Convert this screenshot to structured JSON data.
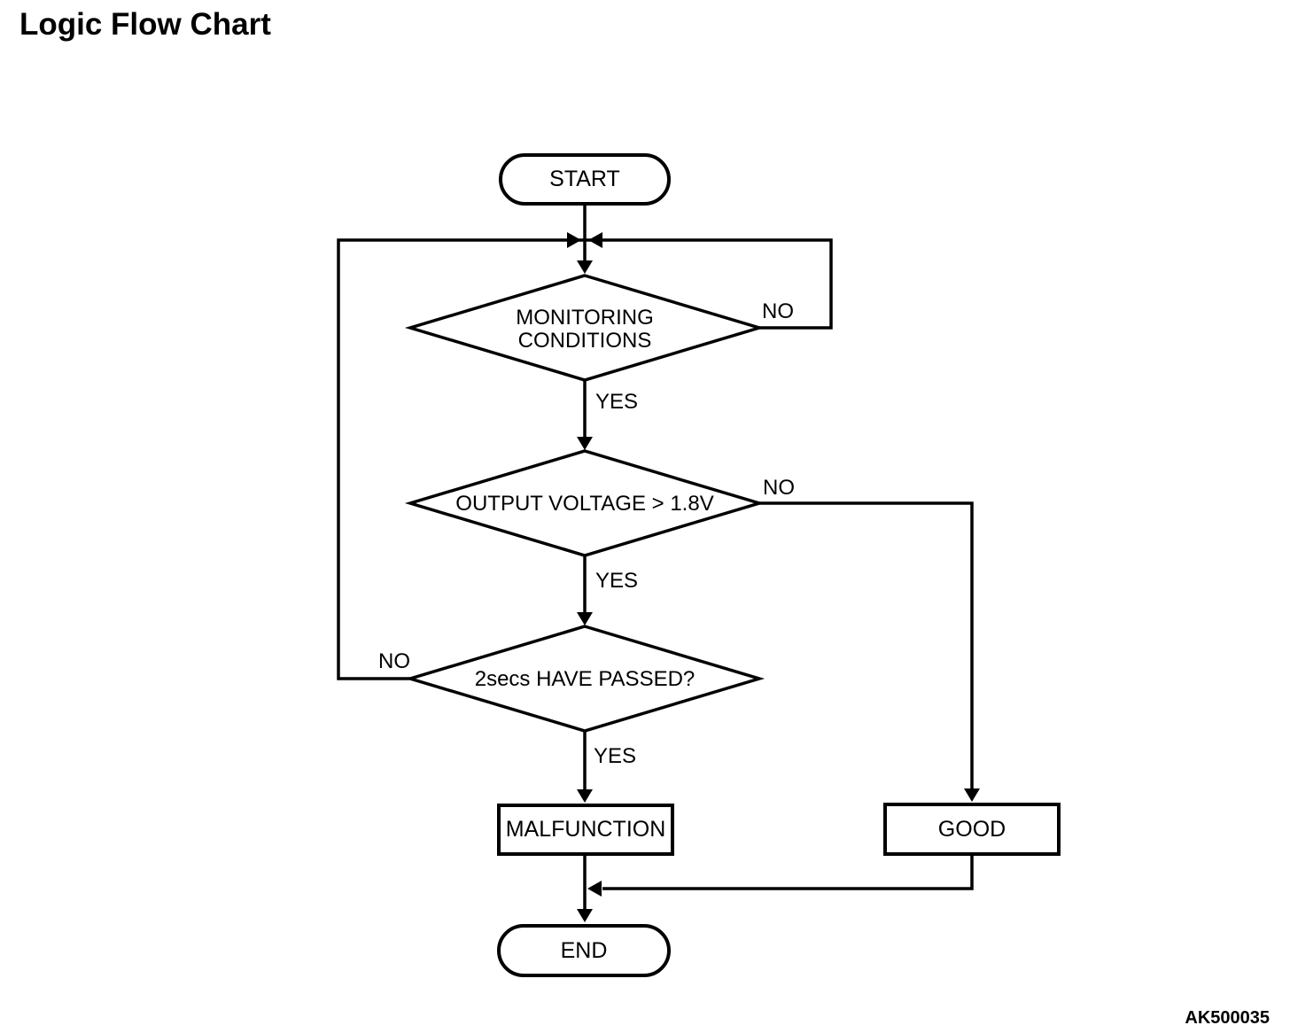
{
  "title": "Logic Flow Chart",
  "figure_code": "AK500035",
  "diagram": {
    "type": "flowchart",
    "colors": {
      "line": "#000000",
      "background": "#ffffff",
      "text": "#000000"
    },
    "nodes": {
      "start": {
        "type": "terminator",
        "label": "START"
      },
      "monitoring": {
        "type": "decision",
        "line1": "MONITORING",
        "line2": "CONDITIONS"
      },
      "voltage": {
        "type": "decision",
        "label": "OUTPUT VOLTAGE > 1.8V"
      },
      "timer": {
        "type": "decision",
        "label": "2secs HAVE PASSED?"
      },
      "malfunction": {
        "type": "process",
        "label": "MALFUNCTION"
      },
      "good": {
        "type": "process",
        "label": "GOOD"
      },
      "end": {
        "type": "terminator",
        "label": "END"
      }
    },
    "labels": {
      "monitoring_yes": "YES",
      "monitoring_no": "NO",
      "voltage_yes": "YES",
      "voltage_no": "NO",
      "timer_yes": "YES",
      "timer_no": "NO"
    },
    "edges": [
      {
        "from": "start",
        "to": "monitoring",
        "label": ""
      },
      {
        "from": "monitoring",
        "to": "voltage",
        "label": "YES"
      },
      {
        "from": "monitoring",
        "to": "monitoring",
        "label": "NO",
        "route": "right side, loops back above monitoring"
      },
      {
        "from": "voltage",
        "to": "timer",
        "label": "YES"
      },
      {
        "from": "voltage",
        "to": "good",
        "label": "NO",
        "route": "right side down to GOOD"
      },
      {
        "from": "timer",
        "to": "malfunction",
        "label": "YES"
      },
      {
        "from": "timer",
        "to": "monitoring",
        "label": "NO",
        "route": "left side, loops back above monitoring"
      },
      {
        "from": "malfunction",
        "to": "end",
        "label": ""
      },
      {
        "from": "good",
        "to": "end",
        "label": ""
      }
    ]
  }
}
